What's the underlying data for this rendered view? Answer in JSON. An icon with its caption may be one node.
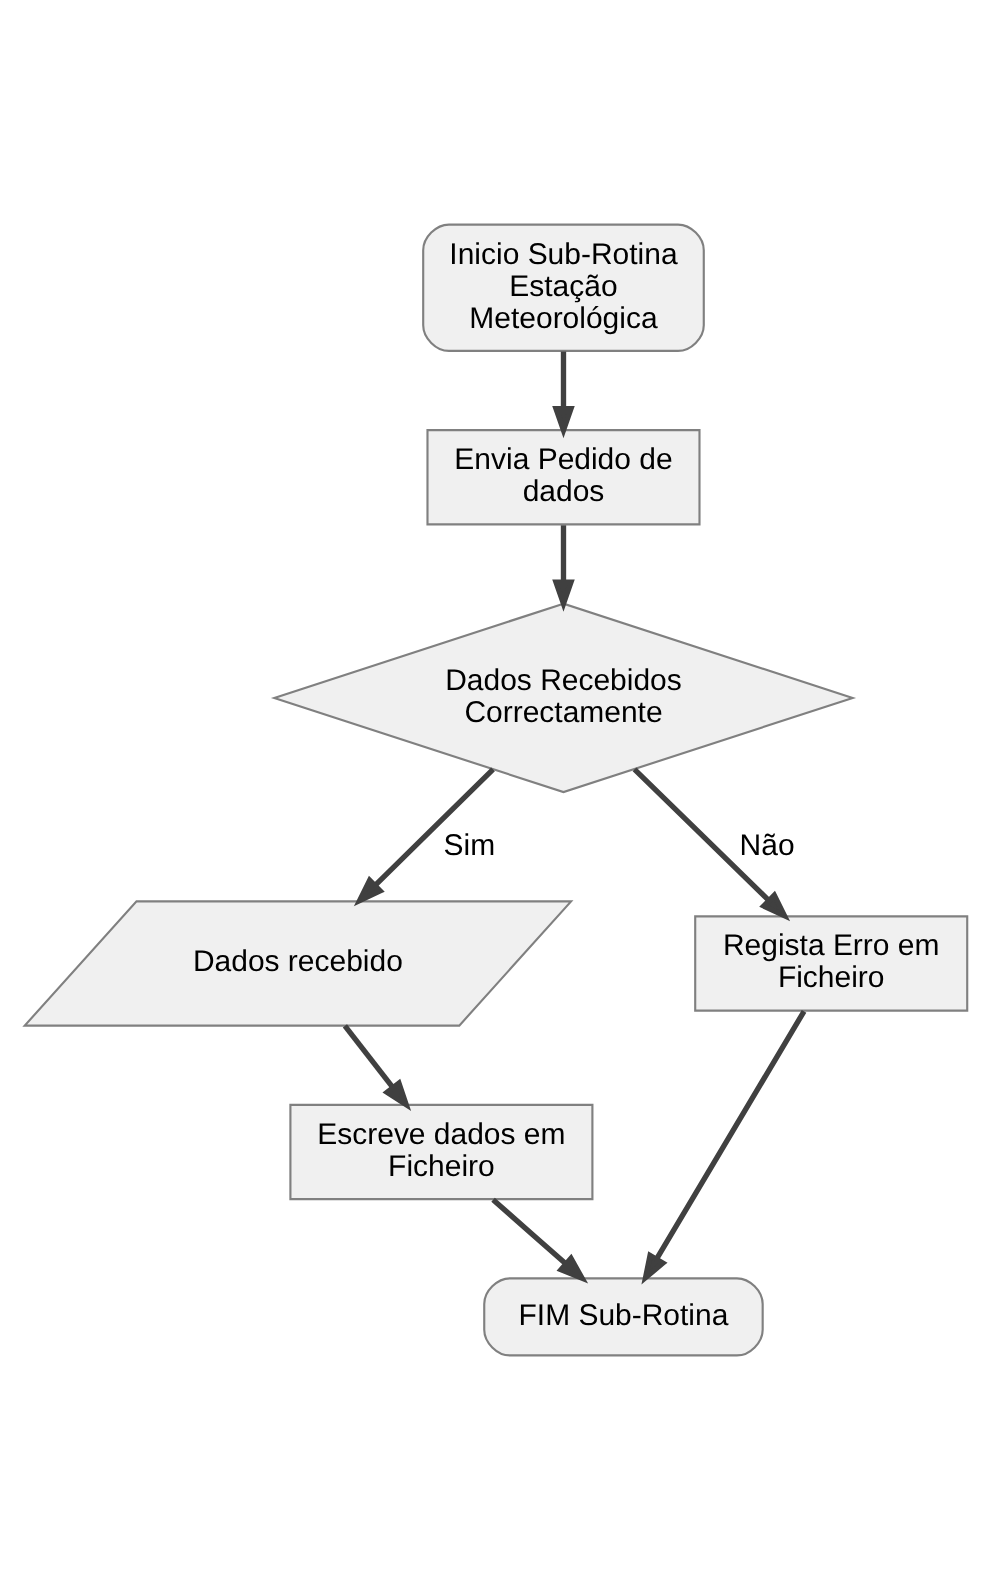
{
  "diagram": {
    "nodes": [
      {
        "text": [
          "Inicio Sub-Rotina Estação Meteorológica"
        ]
      },
      {
        "text": [
          "Envia Pedido de dados"
        ]
      },
      {
        "text": [
          "Dados Recebidos Correctamente"
        ]
      },
      {
        "text": [
          "Dados recebido"
        ]
      },
      {
        "text": [
          "Escreve dados em Ficheiro"
        ]
      },
      {
        "text": [
          "Regista Erro em Ficheiro"
        ]
      },
      {
        "text": [
          "FIM Sub-Rotina"
        ]
      }
    ],
    "edges": [
      {
        "from": 0,
        "to": 1,
        "arrow": "to"
      },
      {
        "from": 1,
        "to": 2,
        "arrow": "to"
      },
      {
        "from": 2,
        "to": 3,
        "arrow": "to",
        "label": "Sim"
      },
      {
        "from": 3,
        "to": 4,
        "arrow": "to"
      },
      {
        "from": 4,
        "to": 6,
        "arrow": "to"
      },
      {
        "from": 2,
        "to": 5,
        "arrow": "to",
        "label": "Não"
      },
      {
        "from": 5,
        "to": 6,
        "arrow": "to"
      }
    ]
  }
}
